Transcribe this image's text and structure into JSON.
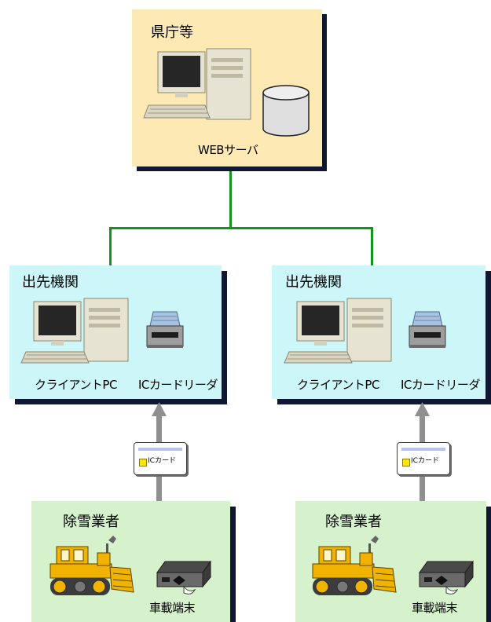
{
  "prefecture": {
    "title": "県庁等",
    "server_label": "WEBサーバ"
  },
  "departments": [
    {
      "title": "出先機関",
      "client_label": "クライアントPC",
      "reader_label": "ICカードリーダ"
    },
    {
      "title": "出先機関",
      "client_label": "クライアントPC",
      "reader_label": "ICカードリーダ"
    }
  ],
  "cards": [
    {
      "label": "ICカード"
    },
    {
      "label": "ICカード"
    }
  ],
  "contractors": [
    {
      "title": "除雪業者",
      "terminal_label": "車載端末"
    },
    {
      "title": "除雪業者",
      "terminal_label": "車載端末"
    }
  ],
  "colors": {
    "prefecture_box": "#fde9b4",
    "department_box": "#ccf6f8",
    "contractor_box": "#d5f2cc",
    "network_line": "#12951c",
    "arrow": "#8f8f8f",
    "shadow": "#0f1733"
  }
}
